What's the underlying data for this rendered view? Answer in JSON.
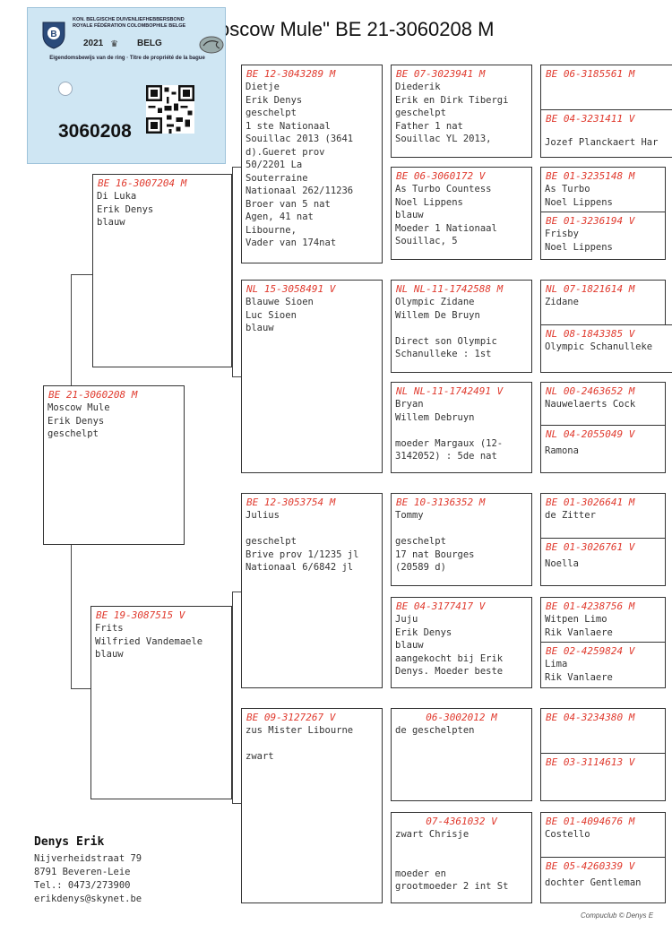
{
  "title": "oscow Mule\"  BE  21-3060208 M",
  "ring_card": {
    "org_lines": [
      "KON. BELGISCHE DUIVENLIEFHEBBERSBOND",
      "ROYALE FÉDÉRATION COLOMBOPHILE BELGE"
    ],
    "year": "2021",
    "country": "BELG",
    "owner_text": "Eigendomsbewijs van de ring · Titre de propriété de la bague",
    "ring_number": "3060208"
  },
  "birds": {
    "subject": {
      "ring": "BE  21-3060208 M",
      "lines": [
        "Moscow Mule",
        "Erik Denys",
        "geschelpt"
      ]
    },
    "sire": {
      "ring": "BE  16-3007204 M",
      "lines": [
        "Di Luka",
        "Erik Denys",
        "blauw"
      ]
    },
    "dam": {
      "ring": "BE  19-3087515 V",
      "lines": [
        "Frits",
        "Wilfried Vandemaele",
        "blauw"
      ]
    },
    "ss": {
      "ring": "BE  12-3043289 M",
      "lines": [
        "Dietje",
        "Erik Denys",
        "geschelpt",
        "1 ste Nationaal",
        "Souillac 2013 (3641",
        "d).Gueret prov",
        "50/2201 La",
        "Souterraine",
        "Nationaal  262/11236",
        "Broer van 5 nat",
        "Agen, 41 nat",
        "Libourne,",
        "Vader van 174nat"
      ]
    },
    "sd": {
      "ring": "NL  15-3058491 V",
      "lines": [
        "Blauwe Sioen",
        "Luc Sioen",
        "blauw"
      ]
    },
    "ds": {
      "ring": "BE  12-3053754 M",
      "lines": [
        "Julius",
        "",
        "geschelpt",
        "Brive prov 1/1235 jl",
        "Nationaal 6/6842 jl"
      ]
    },
    "dd": {
      "ring": "BE  09-3127267 V",
      "lines": [
        "zus Mister Libourne",
        "",
        "zwart"
      ]
    },
    "sss": {
      "ring": "BE  07-3023941 M",
      "lines": [
        "Diederik",
        "Erik en Dirk Tibergi",
        "geschelpt",
        "Father 1 nat",
        "Souillac YL 2013,"
      ]
    },
    "ssd": {
      "ring": "BE  06-3060172 V",
      "lines": [
        "As Turbo Countess",
        "Noel Lippens",
        "blauw",
        "Moeder 1 Nationaal",
        "Souillac, 5"
      ]
    },
    "sds": {
      "ring": "NL  NL-11-1742588 M",
      "lines": [
        "Olympic Zidane",
        "Willem De Bruyn",
        "",
        "Direct son Olympic",
        "Schanulleke : 1st"
      ]
    },
    "sdd": {
      "ring": "NL  NL-11-1742491 V",
      "lines": [
        "Bryan",
        "Willem Debruyn",
        "",
        "moeder Margaux (12-",
        "3142052) : 5de nat"
      ]
    },
    "dss": {
      "ring": "BE  10-3136352 M",
      "lines": [
        "Tommy",
        "",
        "geschelpt",
        "17 nat Bourges",
        "(20589 d)"
      ]
    },
    "dsd": {
      "ring": "BE  04-3177417 V",
      "lines": [
        "Juju",
        "Erik Denys",
        "blauw",
        "aangekocht bij Erik",
        "Denys. Moeder beste"
      ]
    },
    "dds": {
      "ring": "06-3002012 M",
      "lines": [
        "de geschelpten"
      ]
    },
    "ddd": {
      "ring": "07-4361032 V",
      "lines": [
        "zwart Chrisje",
        "",
        "",
        "moeder en",
        "grootmoeder 2 int St"
      ]
    },
    "g1": {
      "ring": "BE  06-3185561 M",
      "lines": []
    },
    "g2": {
      "ring": "BE  04-3231411 V",
      "lines": [
        "Jozef Planckaert Har"
      ]
    },
    "g3": {
      "ring": "BE  01-3235148 M",
      "lines": [
        "As Turbo",
        "Noel Lippens"
      ]
    },
    "g4": {
      "ring": "BE  01-3236194 V",
      "lines": [
        "Frisby",
        "Noel Lippens"
      ]
    },
    "g5": {
      "ring": "NL  07-1821614 M",
      "lines": [
        "Zidane"
      ]
    },
    "g6": {
      "ring": "NL  08-1843385 V",
      "lines": [
        "Olympic Schanulleke"
      ]
    },
    "g7": {
      "ring": "NL  00-2463652 M",
      "lines": [
        "Nauwelaerts Cock"
      ]
    },
    "g8": {
      "ring": "NL  04-2055049 V",
      "lines": [
        "Ramona"
      ]
    },
    "g9": {
      "ring": "BE  01-3026641 M",
      "lines": [
        "de Zitter"
      ]
    },
    "g10": {
      "ring": "BE  01-3026761 V",
      "lines": [
        "Noella"
      ]
    },
    "g11": {
      "ring": "BE  01-4238756 M",
      "lines": [
        "Witpen Limo",
        "Rik Vanlaere"
      ]
    },
    "g12": {
      "ring": "BE  02-4259824 V",
      "lines": [
        "Lima",
        "Rik Vanlaere"
      ]
    },
    "g13": {
      "ring": "BE  04-3234380 M",
      "lines": []
    },
    "g14": {
      "ring": "BE  03-3114613 V",
      "lines": []
    },
    "g15": {
      "ring": "BE  01-4094676 M",
      "lines": [
        "Costello"
      ]
    },
    "g16": {
      "ring": "BE  05-4260339 V",
      "lines": [
        "dochter Gentleman"
      ]
    }
  },
  "owner": {
    "name": "Denys Erik",
    "street": "Nijverheidstraat 79",
    "city": "8791  Beveren-Leie",
    "phone": "Tel.: 0473/273900",
    "email": "erikdenys@skynet.be"
  },
  "credit": "Compuclub © Denys E"
}
